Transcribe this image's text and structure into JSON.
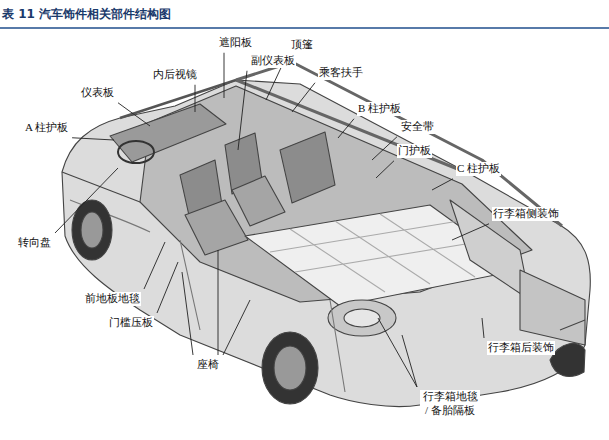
{
  "diagram": {
    "title": "表 11 汽车饰件相关部件结构图",
    "labels": [
      "仪表板",
      "内后视镜",
      "遮阳板",
      "顶篷",
      "副仪表板",
      "乘客扶手",
      "B 柱护板",
      "安全带",
      "门护板",
      "C 柱护板",
      "A 柱护板",
      "转向盘",
      "前地板地毯",
      "门槛压板",
      "座椅",
      "行李箱侧装饰",
      "行李箱后装饰",
      "行李箱地毯 / 备胎隔板"
    ]
  }
}
